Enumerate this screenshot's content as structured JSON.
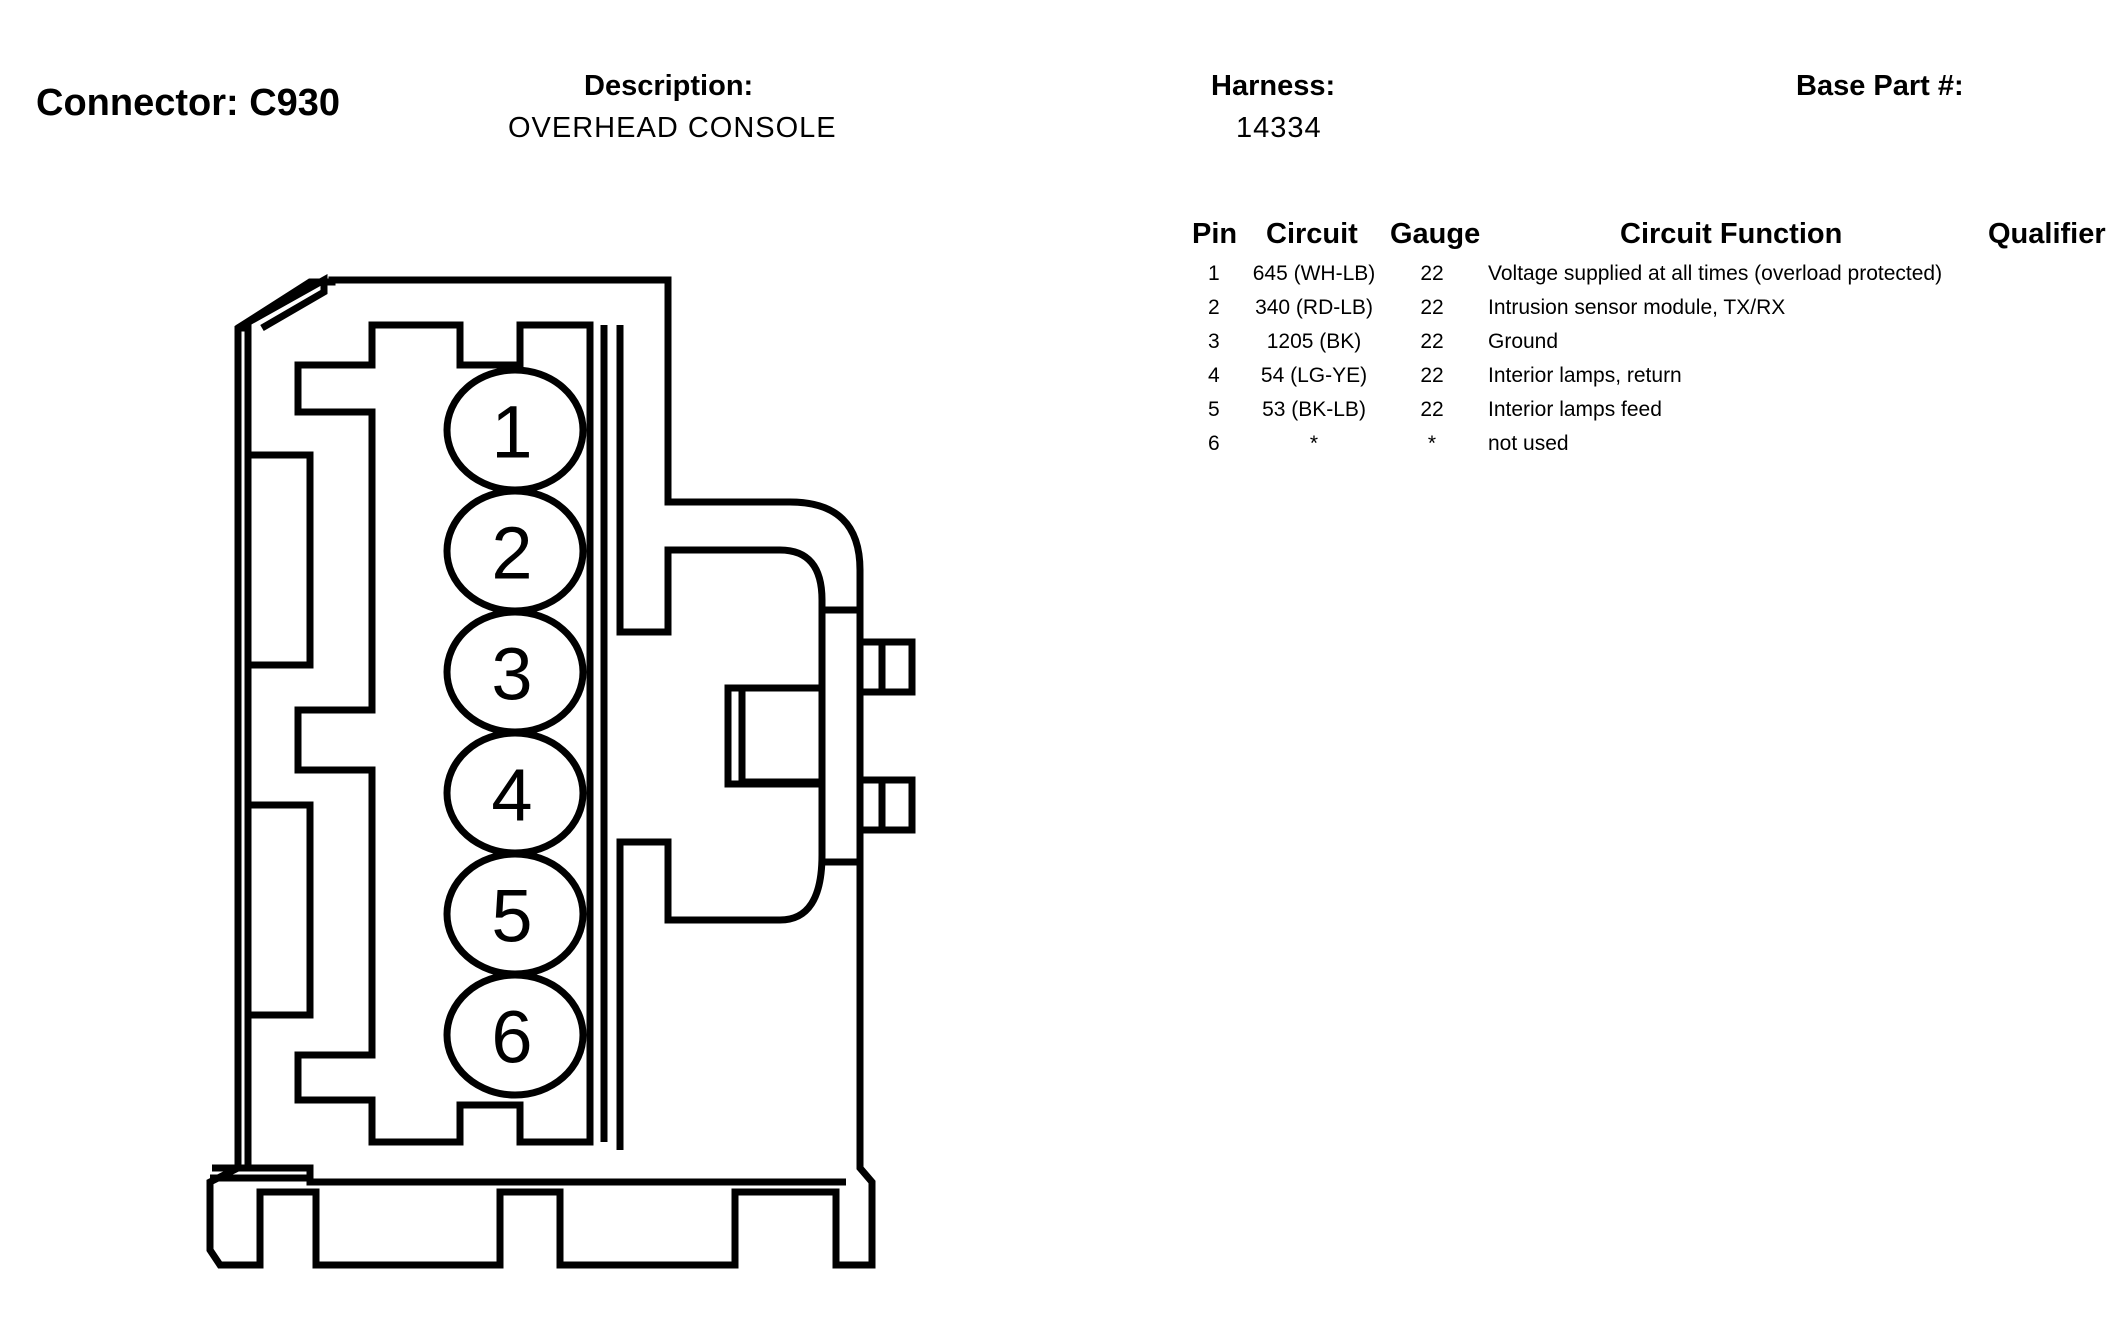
{
  "header": {
    "connector_title": "Connector: C930",
    "description_label": "Description:",
    "description_value": "OVERHEAD CONSOLE",
    "harness_label": "Harness:",
    "harness_value": "14334",
    "base_part_label": "Base Part #:",
    "base_part_value": ""
  },
  "table": {
    "columns": {
      "pin": "Pin",
      "circuit": "Circuit",
      "gauge": "Gauge",
      "function": "Circuit Function",
      "qualifier": "Qualifier"
    },
    "rows": [
      {
        "pin": "1",
        "circuit": "645 (WH-LB)",
        "gauge": "22",
        "function": "Voltage supplied at all times (overload protected)",
        "qualifier": ""
      },
      {
        "pin": "2",
        "circuit": "340 (RD-LB)",
        "gauge": "22",
        "function": "Intrusion sensor module, TX/RX",
        "qualifier": ""
      },
      {
        "pin": "3",
        "circuit": "1205 (BK)",
        "gauge": "22",
        "function": "Ground",
        "qualifier": ""
      },
      {
        "pin": "4",
        "circuit": "54 (LG-YE)",
        "gauge": "22",
        "function": "Interior lamps, return",
        "qualifier": ""
      },
      {
        "pin": "5",
        "circuit": "53 (BK-LB)",
        "gauge": "22",
        "function": "Interior lamps feed",
        "qualifier": ""
      },
      {
        "pin": "6",
        "circuit": "*",
        "gauge": "*",
        "function": "not used",
        "qualifier": ""
      }
    ]
  },
  "diagram": {
    "pin_labels": [
      "1",
      "2",
      "3",
      "4",
      "5",
      "6"
    ]
  }
}
